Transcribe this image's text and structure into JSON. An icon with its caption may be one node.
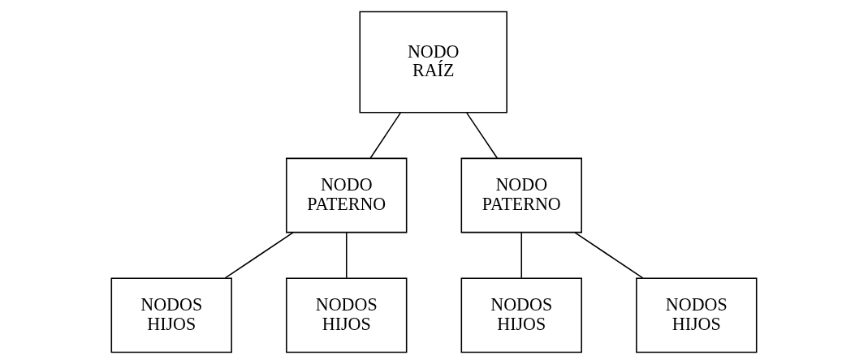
{
  "diagram": {
    "nodes": [
      {
        "text": [
          "NODO RAÍZ"
        ]
      },
      {
        "text": [
          "NODO PATERNO"
        ]
      },
      {
        "text": [
          "NODO PATERNO"
        ]
      },
      {
        "text": [
          "NODOS HIJOS"
        ]
      },
      {
        "text": [
          "NODOS HIJOS"
        ]
      },
      {
        "text": [
          "NODOS HIJOS"
        ]
      },
      {
        "text": [
          "NODOS HIJOS"
        ]
      }
    ],
    "edges": [
      {
        "from": 0,
        "to": 1,
        "arrow": "none"
      },
      {
        "from": 0,
        "to": 2,
        "arrow": "none"
      },
      {
        "from": 1,
        "to": 3,
        "arrow": "none"
      },
      {
        "from": 1,
        "to": 4,
        "arrow": "none"
      },
      {
        "from": 2,
        "to": 5,
        "arrow": "none"
      },
      {
        "from": 2,
        "to": 6,
        "arrow": "none"
      }
    ]
  }
}
